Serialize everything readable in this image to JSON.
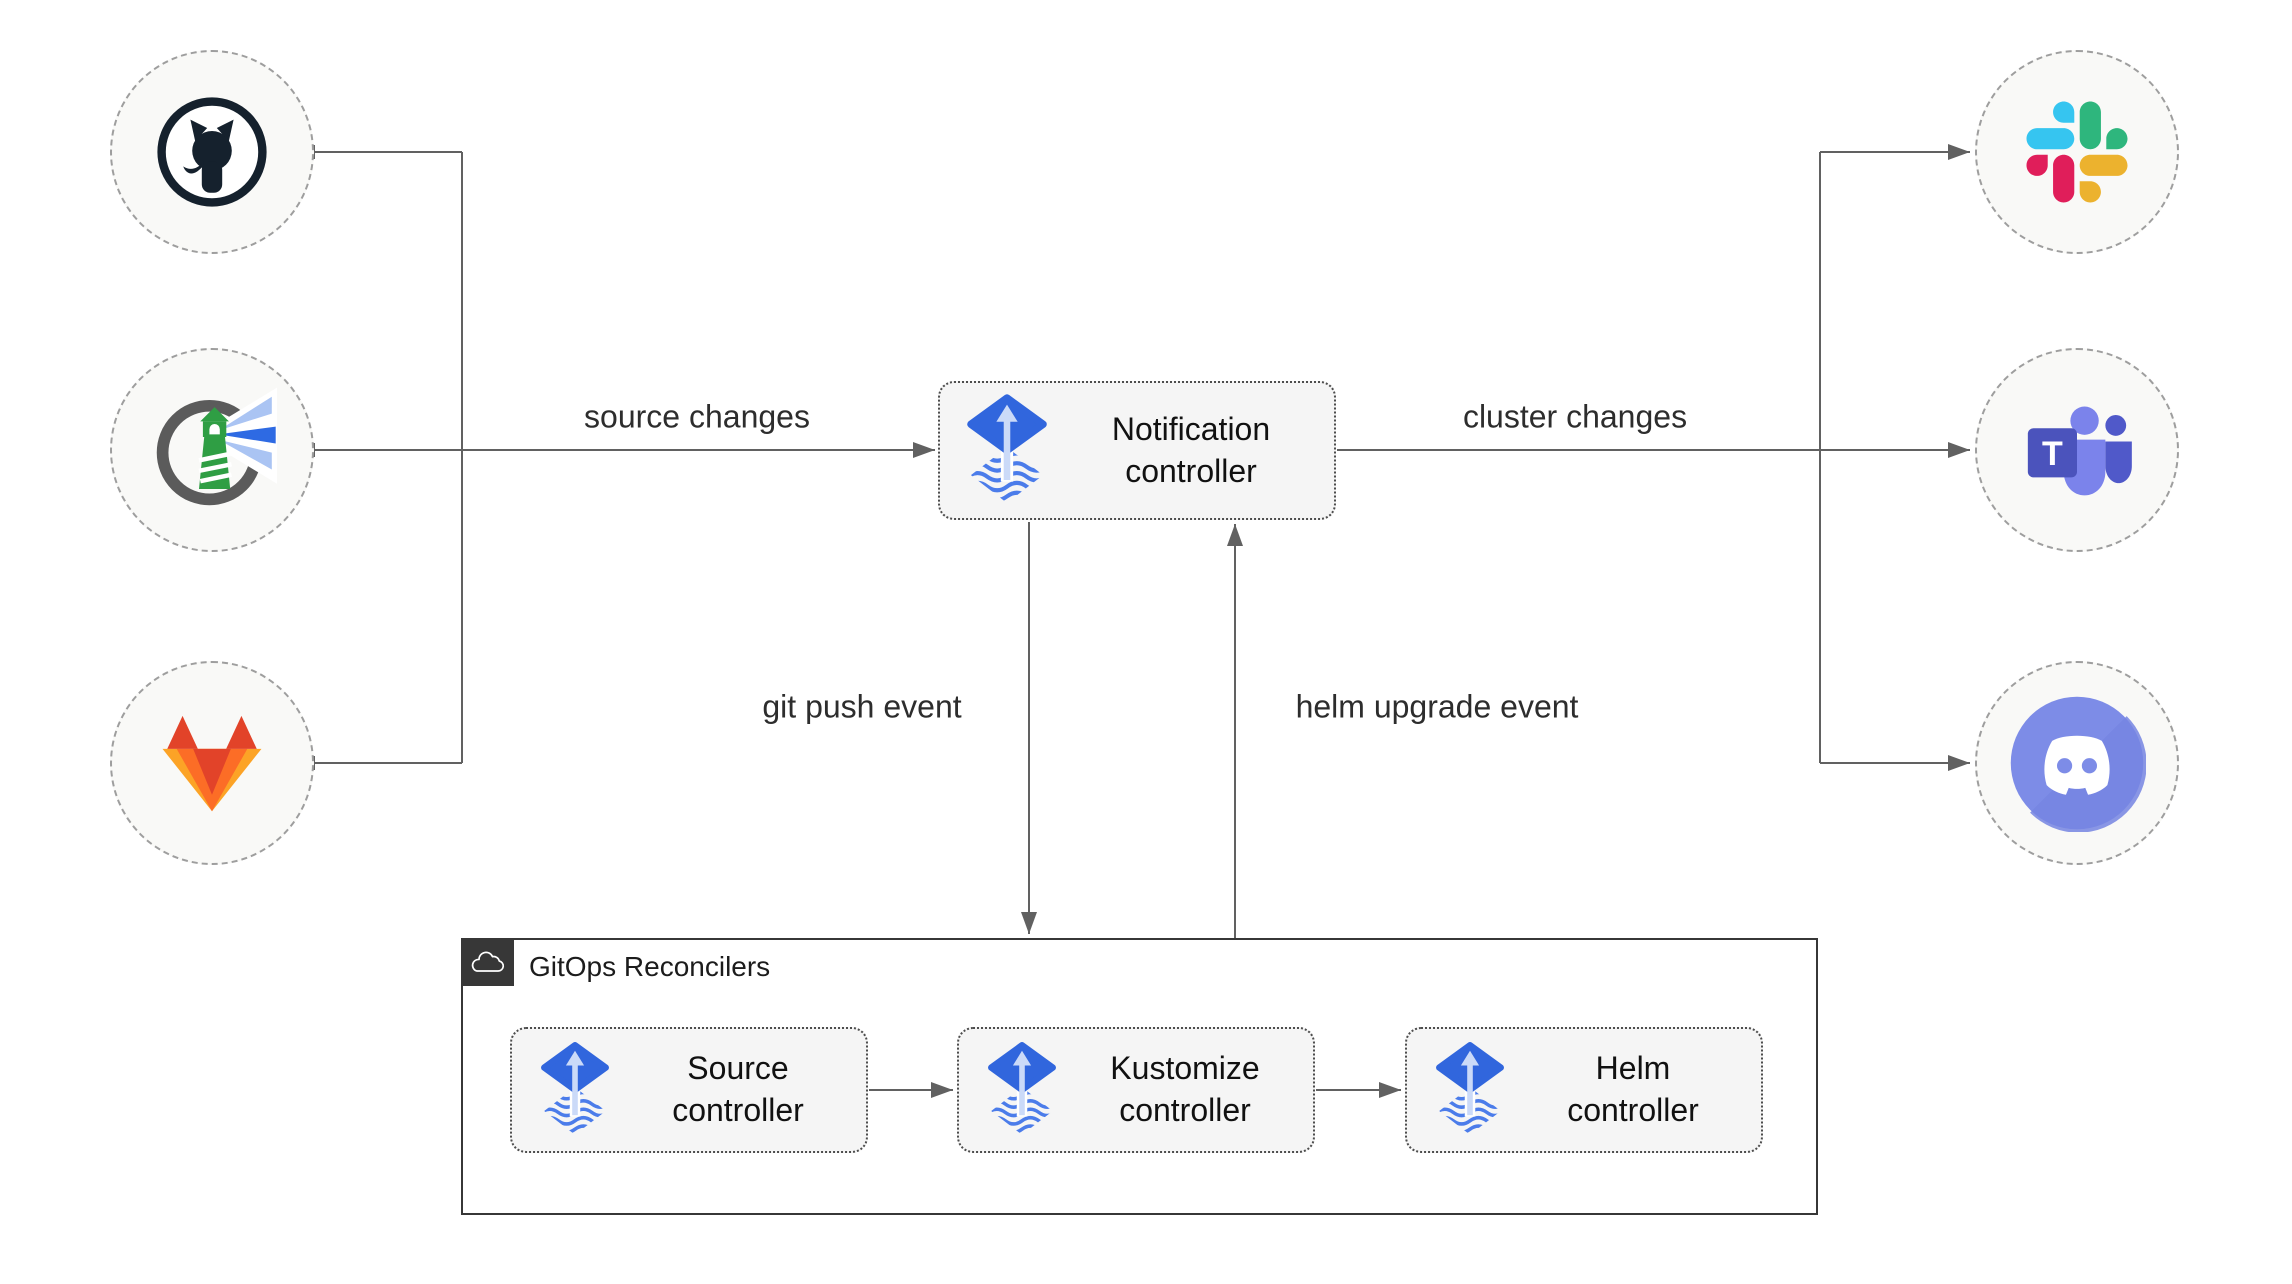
{
  "edge_labels": {
    "source_changes": "source changes",
    "cluster_changes": "cluster changes",
    "git_push_event": "git push event",
    "helm_upgrade_event": "helm upgrade event"
  },
  "nodes": {
    "notification": {
      "line1": "Notification",
      "line2": "controller"
    },
    "source": {
      "line1": "Source",
      "line2": "controller"
    },
    "kustomize": {
      "line1": "Kustomize",
      "line2": "controller"
    },
    "helm": {
      "line1": "Helm",
      "line2": "controller"
    }
  },
  "reconcilers_container": {
    "title": "GitOps Reconcilers"
  },
  "icons": {
    "sources": [
      "github-icon",
      "harbor-icon",
      "gitlab-icon"
    ],
    "targets": [
      "slack-icon",
      "microsoft-teams-icon",
      "discord-icon"
    ],
    "node_logo": "flux-logo-icon",
    "container_badge": "cloud-icon",
    "teams_letter": "T"
  },
  "colors": {
    "connector": "#616161",
    "node_fill": "#f5f5f5",
    "node_border": "#4d4d4d",
    "circle_fill": "#f9f9f7",
    "circle_border": "#9e9e9e",
    "container_border": "#373737",
    "badge_fill": "#373737",
    "flux_blue": "#3166dd",
    "flux_wave_blue": "#4b7cea",
    "text": "#1c1c1c"
  }
}
